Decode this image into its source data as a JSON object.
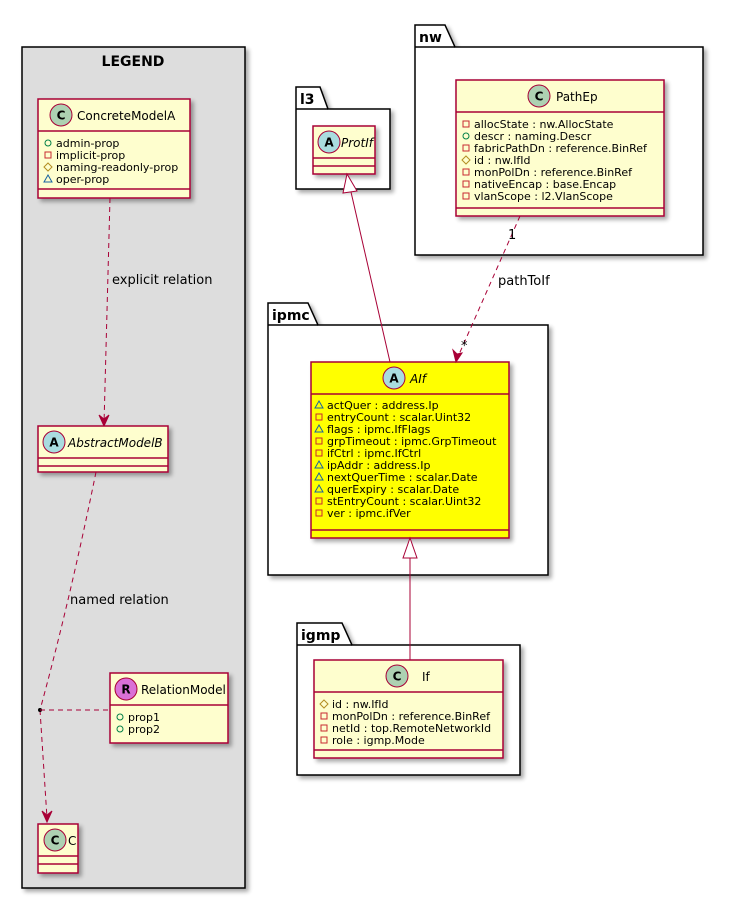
{
  "legend": {
    "title": "LEGEND",
    "concrete": {
      "name": "ConcreteModelA",
      "attrs": [
        {
          "vis": "public",
          "text": "admin-prop"
        },
        {
          "vis": "private",
          "text": "implicit-prop"
        },
        {
          "vis": "protected",
          "text": "naming-readonly-prop"
        },
        {
          "vis": "package",
          "text": "oper-prop"
        }
      ]
    },
    "abstract": {
      "name": "AbstractModelB"
    },
    "relation_model": {
      "name": "RelationModel",
      "attrs": [
        {
          "vis": "public",
          "text": "prop1"
        },
        {
          "vis": "public",
          "text": "prop2"
        }
      ]
    },
    "c_class": {
      "name": "C"
    },
    "explicit_relation": "explicit relation",
    "named_relation": "named relation"
  },
  "packages": {
    "l3": {
      "label": "l3",
      "protif": {
        "name": "ProtIf"
      }
    },
    "nw": {
      "label": "nw",
      "pathep": {
        "name": "PathEp",
        "attrs": [
          {
            "vis": "private",
            "text": "allocState : nw.AllocState"
          },
          {
            "vis": "public",
            "text": "descr : naming.Descr"
          },
          {
            "vis": "private",
            "text": "fabricPathDn : reference.BinRef"
          },
          {
            "vis": "protected",
            "text": "id : nw.IfId"
          },
          {
            "vis": "private",
            "text": "monPolDn : reference.BinRef"
          },
          {
            "vis": "private",
            "text": "nativeEncap : base.Encap"
          },
          {
            "vis": "private",
            "text": "vlanScope : l2.VlanScope"
          }
        ]
      }
    },
    "ipmc": {
      "label": "ipmc",
      "aif": {
        "name": "AIf",
        "attrs": [
          {
            "vis": "package",
            "text": "actQuer : address.Ip"
          },
          {
            "vis": "private",
            "text": "entryCount : scalar.Uint32"
          },
          {
            "vis": "package",
            "text": "flags : ipmc.IfFlags"
          },
          {
            "vis": "private",
            "text": "grpTimeout : ipmc.GrpTimeout"
          },
          {
            "vis": "private",
            "text": "ifCtrl : ipmc.IfCtrl"
          },
          {
            "vis": "package",
            "text": "ipAddr : address.Ip"
          },
          {
            "vis": "package",
            "text": "nextQuerTime : scalar.Date"
          },
          {
            "vis": "package",
            "text": "querExpiry : scalar.Date"
          },
          {
            "vis": "private",
            "text": "stEntryCount : scalar.Uint32"
          },
          {
            "vis": "private",
            "text": "ver : ipmc.ifVer"
          }
        ]
      }
    },
    "igmp": {
      "label": "igmp",
      "if": {
        "name": "If",
        "attrs": [
          {
            "vis": "protected",
            "text": "id : nw.IfId"
          },
          {
            "vis": "private",
            "text": "monPolDn : reference.BinRef"
          },
          {
            "vis": "private",
            "text": "netId : top.RemoteNetworkId"
          },
          {
            "vis": "private",
            "text": "role : igmp.Mode"
          }
        ]
      }
    }
  },
  "relations": {
    "path_to_if": {
      "label": "pathToIf",
      "from_mult": "1",
      "to_mult": "*"
    }
  },
  "stereotypes": {
    "class": "C",
    "abstract": "A",
    "relation": "R"
  },
  "colors": {
    "class_fill": "#FEFECE",
    "class_border": "#A80036",
    "highlight_fill": "#FFFF00",
    "legend_fill": "#DDDDDD",
    "circle_class": "#ADD1B2",
    "circle_abstract": "#A9DCDF",
    "circle_relation": "#DA70D6",
    "line": "#A80036"
  }
}
